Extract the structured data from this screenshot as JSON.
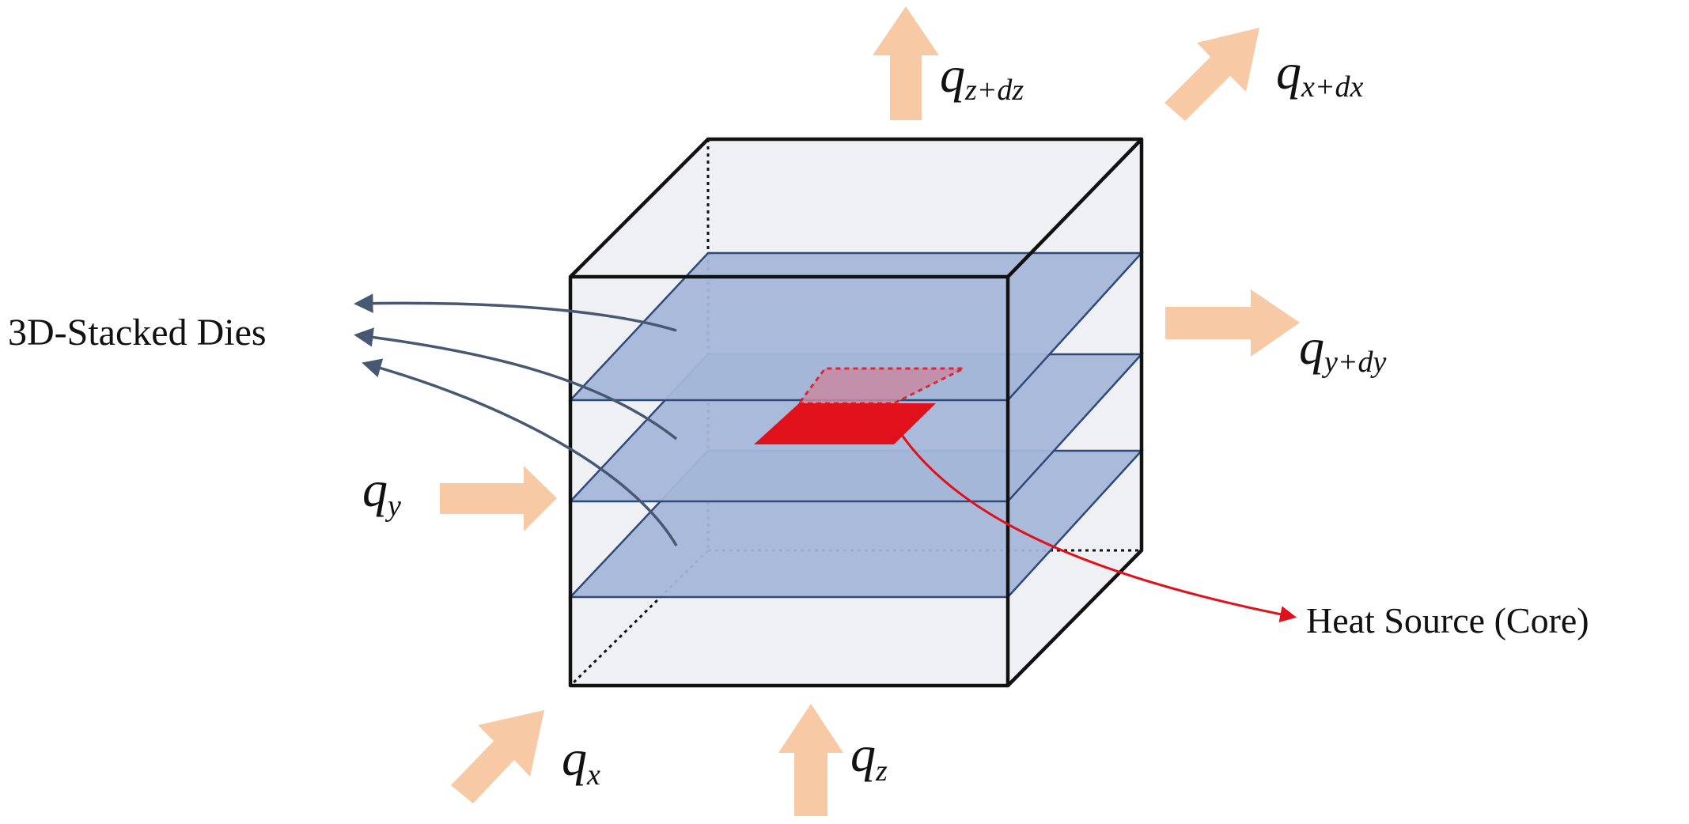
{
  "labels": {
    "dies": "3D-Stacked Dies",
    "heat_source": "Heat Source (Core)"
  },
  "fluxes": {
    "qz_dz": {
      "symbol": "q",
      "subscript": "z+dz"
    },
    "qx_dx": {
      "symbol": "q",
      "subscript": "x+dx"
    },
    "qy_dy": {
      "symbol": "q",
      "subscript": "y+dy"
    },
    "qy": {
      "symbol": "q",
      "subscript": "y"
    },
    "qx": {
      "symbol": "q",
      "subscript": "x"
    },
    "qz": {
      "symbol": "q",
      "subscript": "z"
    }
  },
  "colors": {
    "cube_face": "#eef0f3",
    "die_fill": "#a4b6d9",
    "die_edge": "#2f4a7a",
    "heat_source": "#e0111b",
    "heat_source_shadow": "#c98aa3",
    "flux_arrow": "#f7c9a5",
    "pointer_arrow": "#475873",
    "heat_pointer": "#e0111b"
  }
}
